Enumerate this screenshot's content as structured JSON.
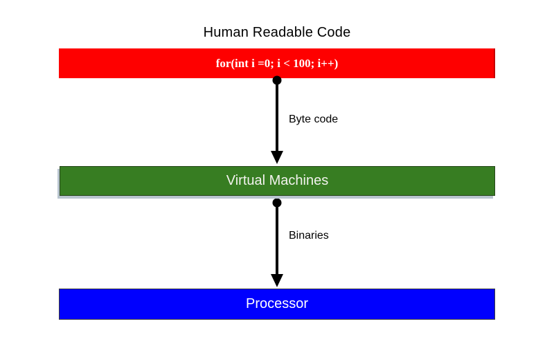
{
  "diagram": {
    "title": "Human Readable Code",
    "layers": [
      {
        "name": "human-readable-code",
        "label": "for(int i =0; i < 100; i++)",
        "color": "#fe0000",
        "text_color": "#ffffff"
      },
      {
        "name": "virtual-machines",
        "label": "Virtual Machines",
        "color": "#377d22",
        "text_color": "#f2f2ee"
      },
      {
        "name": "processor",
        "label": "Processor",
        "color": "#0000fe",
        "text_color": "#ffffff"
      }
    ],
    "arrows": [
      {
        "label": "Byte code"
      },
      {
        "label": "Binaries"
      }
    ],
    "colors": {
      "arrow": "#000000",
      "label_text": "#000000",
      "title_text": "#000000",
      "background": "#ffffff"
    }
  }
}
